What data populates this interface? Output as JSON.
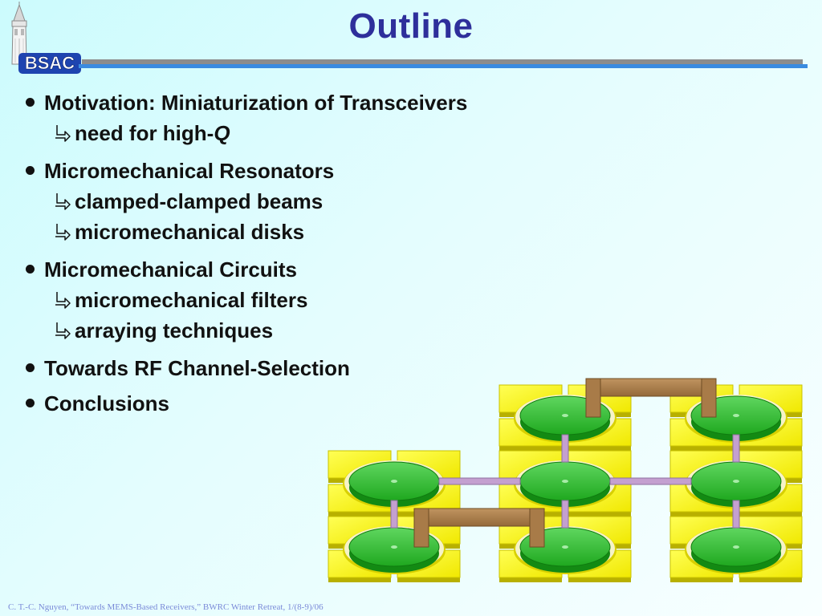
{
  "slide": {
    "title": "Outline",
    "logo_text": "BSAC",
    "footer": "C. T.-C. Nguyen, “Towards MEMS-Based Receivers,” BWRC Winter Retreat, 1/(8-9)/06"
  },
  "bullets": [
    {
      "text": "Motivation: Miniaturization of Transceivers",
      "subs": [
        {
          "prefix": "need for high-",
          "emph": "Q"
        }
      ]
    },
    {
      "text": "Micromechanical Resonators",
      "subs": [
        {
          "prefix": "clamped-clamped beams",
          "emph": ""
        },
        {
          "prefix": "micromechanical disks",
          "emph": ""
        }
      ]
    },
    {
      "text": "Micromechanical Circuits",
      "subs": [
        {
          "prefix": "micromechanical filters",
          "emph": ""
        },
        {
          "prefix": "arraying techniques",
          "emph": ""
        }
      ]
    },
    {
      "text": "Towards RF Channel-Selection",
      "subs": []
    },
    {
      "text": "Conclusions",
      "subs": []
    }
  ],
  "icons": {
    "bullet": "disc-bullet-icon",
    "sub_bullet": "right-arrow-icon",
    "logo": "campanile-tower-icon"
  },
  "colors": {
    "title": "#2e2f9b",
    "accent_rule": "#3a8be0",
    "shadow_rule": "#8c8c8c",
    "anchor_yellow": "#f2ee00",
    "disk_green": "#22b422",
    "coupler_lilac": "#c4a0d0",
    "bridge_brown": "#a77c4a"
  }
}
